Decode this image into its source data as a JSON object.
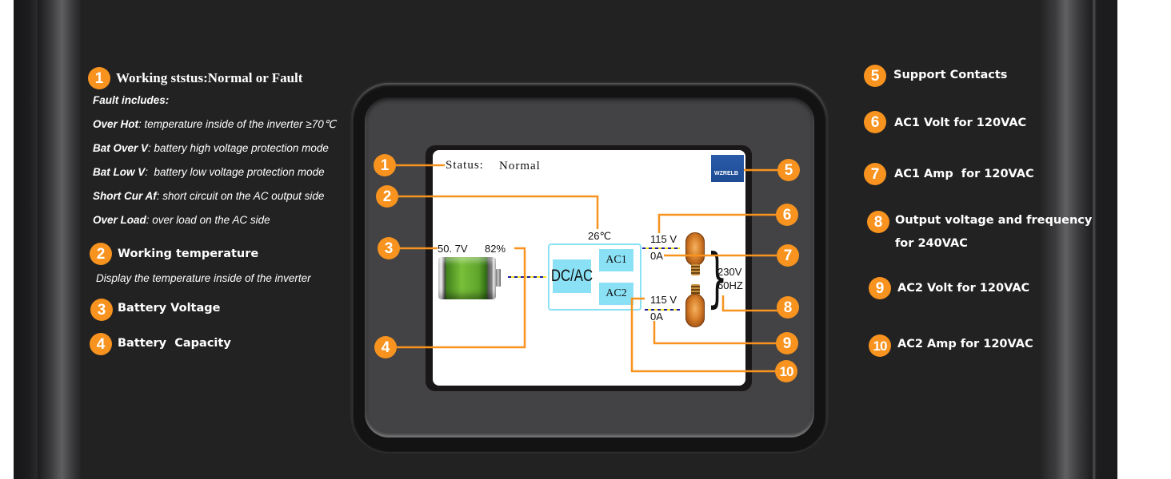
{
  "left_panel": {
    "item1": {
      "number": "1",
      "title": "Working ststus:Normal or Fault",
      "fault_header": "Fault includes:",
      "faults": [
        {
          "term": "Over Hot",
          "desc": ": temperature inside of the inverter ≥70℃"
        },
        {
          "term": "Bat Over V",
          "desc": ": battery high voltage protection mode"
        },
        {
          "term": "Bat Low V",
          "desc": ":  battery low voltage protection mode"
        },
        {
          "term": "Short Cur Af",
          "desc": ": short circuit on the AC output side"
        },
        {
          "term": "Over Load",
          "desc": ": over load on the AC side"
        }
      ]
    },
    "item2": {
      "number": "2",
      "title": "Working temperature",
      "desc": "Display the temperature inside of the inverter"
    },
    "item3": {
      "number": "3",
      "title": "Battery Voltage"
    },
    "item4": {
      "number": "4",
      "title": "Battery  Capacity"
    }
  },
  "right_panel": {
    "items": [
      {
        "number": "5",
        "title": "Support Contacts"
      },
      {
        "number": "6",
        "title": "AC1 Volt for 120VAC"
      },
      {
        "number": "7",
        "title": "AC1 Amp  for 120VAC"
      },
      {
        "number": "8",
        "title": "Output voltage and frequency",
        "title_line2": "for 240VAC"
      },
      {
        "number": "9",
        "title": "AC2 Volt for 120VAC"
      },
      {
        "number": "10",
        "title": "AC2 Amp for 120VAC"
      }
    ]
  },
  "lcd": {
    "status_label": "Status:",
    "status_value": "Normal",
    "temperature": "26℃",
    "battery_voltage": "50. 7V",
    "battery_capacity": "82%",
    "converter_label": "DC/AC",
    "ac1_label": "AC1",
    "ac2_label": "AC2",
    "ac1_volt": "115 V",
    "ac1_amp": "0A",
    "ac2_volt": "115 V",
    "ac2_amp": "0A",
    "output_voltage": "230V",
    "output_frequency": "60HZ",
    "logo_text": "WZRELB",
    "battery_icon": "battery-icon",
    "lamp_icon": "light-bulb-icon"
  },
  "callouts": [
    "1",
    "2",
    "3",
    "4",
    "5",
    "6",
    "7",
    "8",
    "9",
    "10"
  ],
  "colors": {
    "accent": "#f7931e",
    "panel_bg": "#222223",
    "lcd_highlight": "#8ae1f5",
    "text": "#ffffff"
  }
}
